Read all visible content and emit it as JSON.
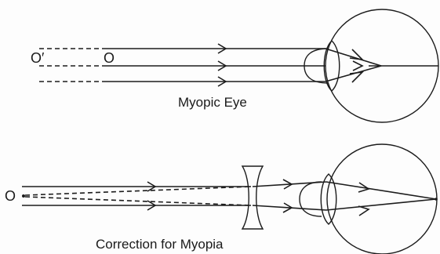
{
  "top_diagram": {
    "caption": "Myopic Eye",
    "label_far_point": "O′",
    "label_object": "O"
  },
  "bottom_diagram": {
    "caption": "Correction for Myopia",
    "label_object": "O"
  }
}
